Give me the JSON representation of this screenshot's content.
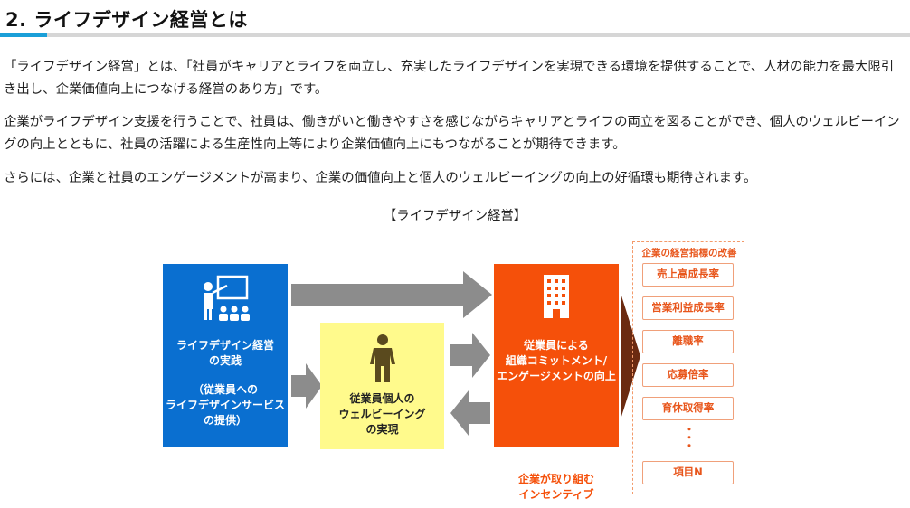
{
  "heading": "2.  ライフデザイン経営とは",
  "paragraphs": [
    "「ライフデザイン経営」とは、「社員がキャリアとライフを両立し、充実したライフデザインを実現できる環境を提供することで、人材の能力を最大限引き出し、企業価値向上につなげる経営のあり方」です。",
    "企業がライフデザイン支援を行うことで、社員は、働きがいと働きやすさを感じながらキャリアとライフの両立を図ることができ、個人のウェルビーイングの向上とともに、社員の活躍による生産性向上等により企業価値向上にもつながることが期待できます。",
    "さらには、企業と社員のエンゲージメントが高まり、企業の価値向上と個人のウェルビーイングの向上の好循環も期待されます。"
  ],
  "diagram": {
    "caption": "【ライフデザイン経営】",
    "blue_box": {
      "line1": "ライフデザイン経営",
      "line2": "の実践",
      "sub1": "（従業員への",
      "sub2": "ライフデザインサービス",
      "sub3": "の提供）",
      "icon": "presentation-icon"
    },
    "yellow_box": {
      "line1": "従業員個人の",
      "line2": "ウェルビーイング",
      "line3": "の実現",
      "icon": "person-icon"
    },
    "orange_box": {
      "line1": "従業員による",
      "line2": "組織コミットメント/",
      "line3": "エンゲージメントの向上",
      "icon": "building-icon"
    },
    "incentive": {
      "line1": "企業が取り組む",
      "line2": "インセンティブ"
    },
    "metrics": {
      "title": "企業の経営指標の改善",
      "items": [
        "売上高成長率",
        "営業利益成長率",
        "離職率",
        "応募倍率",
        "育休取得率"
      ],
      "dots": "・\n・\n・",
      "last": "項目N"
    },
    "colors": {
      "blue": "#0a6fd0",
      "yellow": "#fffa8c",
      "orange": "#f5500a",
      "arrow_gray": "#8c8c8c",
      "dark_arrow": "#6b2a10",
      "accent_rule": "#1a9fd8"
    }
  }
}
